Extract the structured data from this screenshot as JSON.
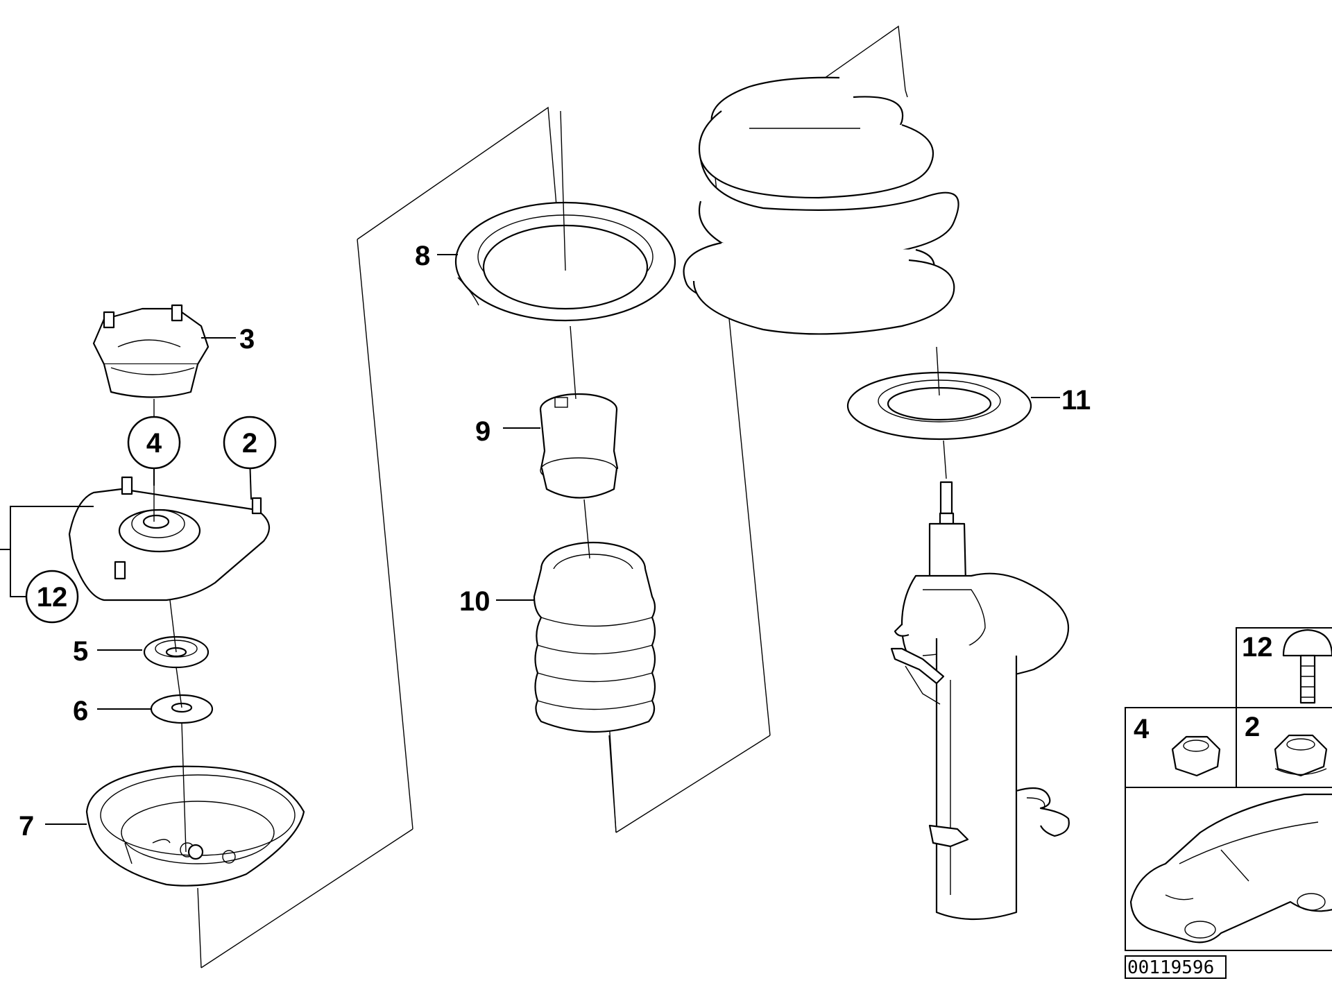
{
  "callouts": {
    "c2": "2",
    "c3": "3",
    "c4": "4",
    "c5": "5",
    "c6": "6",
    "c7": "7",
    "c8": "8",
    "c9": "9",
    "c10": "10",
    "c11": "11",
    "c12": "12"
  },
  "inset": {
    "bolt_label": "12",
    "nut_a_label": "4",
    "nut_b_label": "2"
  },
  "reference_number": "00119596"
}
